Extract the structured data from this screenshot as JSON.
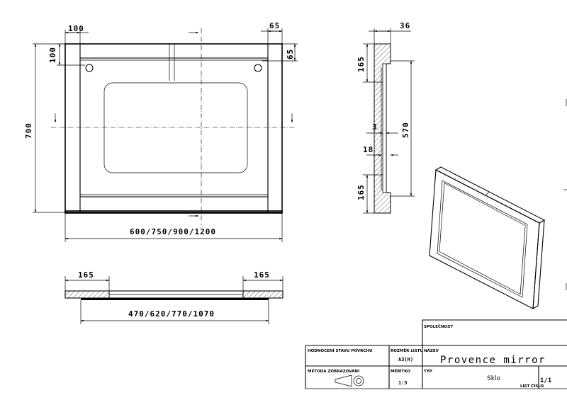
{
  "drawing": {
    "front_view": {
      "dim_top_left": "100",
      "dim_top_right": "65",
      "dim_side_left": "100",
      "dim_side_right": "65",
      "dim_height": "700",
      "dim_width": "600/750/900/1200"
    },
    "side_view": {
      "dim_depth": "36",
      "dim_top": "165",
      "dim_glass": "3",
      "dim_middle": "570",
      "dim_back": "18",
      "dim_bottom": "165"
    },
    "top_view": {
      "dim_left": "165",
      "dim_right": "165",
      "dim_inner": "470/620/770/1070"
    }
  },
  "title_block": {
    "company_label": "SPOLEČNOST",
    "surface_label": "HODNOCENÍ STAVU POVRCHU",
    "sheet_size_label": "ROZMĚR LISTU",
    "sheet_size_value": "A3(H)",
    "name_label": "NÁZEV",
    "name_value": "Provence mirror",
    "method_label": "METODA ZOBRAZOVÁNÍ",
    "scale_label": "MĚŘÍTKO",
    "scale_value": "1:5",
    "type_label": "TYP",
    "type_value": "Sklo",
    "sheet_no_label": "LIST ČÍSLO",
    "sheet_no_value": "1/1"
  }
}
